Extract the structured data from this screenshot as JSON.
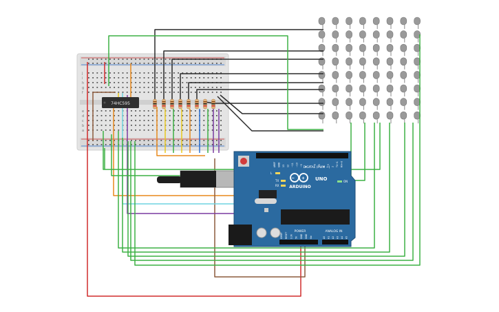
{
  "chip": {
    "label": "74HC595"
  },
  "arduino": {
    "brand": "ARDUINO",
    "model": "UNO",
    "digital_label": "DIGITAL (PWM ~)",
    "power_label": "POWER",
    "analog_label": "ANALOG IN",
    "reset_label": "RESET",
    "tx_label": "TX",
    "rx_label": "RX",
    "l_label": "L",
    "on_label": "ON",
    "digital_pins": [
      "AREF",
      "GND",
      "13",
      "12",
      "~11",
      "~10",
      "~9",
      "8",
      "7",
      "~6",
      "~5",
      "4",
      "~3",
      "2",
      "TX→1",
      "RX←0"
    ],
    "power_pins": [
      "IOREF",
      "RESET",
      "3.3V",
      "5V",
      "GND",
      "GND",
      "Vin"
    ],
    "analog_pins": [
      "A0",
      "A1",
      "A2",
      "A3",
      "A4",
      "A5"
    ]
  },
  "breadboard": {
    "row_letters_top": [
      "j",
      "i",
      "h",
      "g",
      "f"
    ],
    "row_letters_bottom": [
      "e",
      "d",
      "c",
      "b",
      "a"
    ]
  },
  "colors": {
    "wire_green": "#3cb043",
    "wire_red": "#d12b2b",
    "wire_orange": "#e8891c",
    "wire_black": "#2a2a2a",
    "wire_brown": "#8b5a3c",
    "wire_cyan": "#6fd3e0",
    "wire_purple": "#7a3aa0",
    "wire_yellow": "#e8c81c",
    "wire_blue": "#2a6fd1",
    "arduino_blue": "#2b6aa0",
    "led_gray": "#9a9a9a"
  },
  "led_matrix": {
    "rows": 8,
    "cols": 8
  }
}
